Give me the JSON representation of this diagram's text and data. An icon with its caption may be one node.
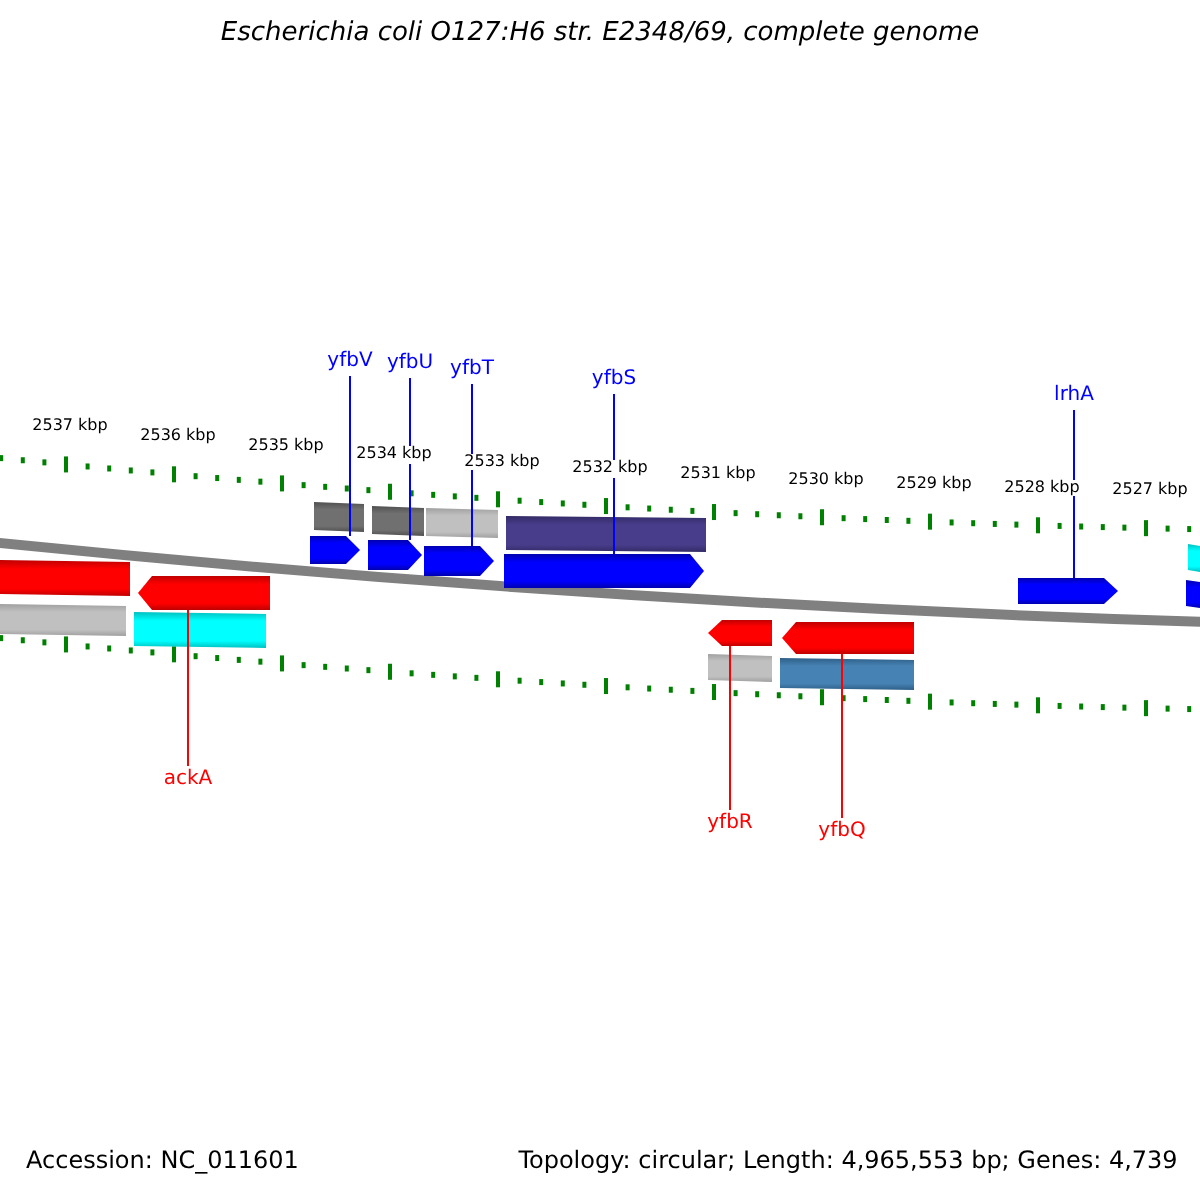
{
  "diagram": {
    "title": "Escherichia coli O127:H6 str. E2348/69, complete genome",
    "nodes": [
      {
        "text": [
          "yfbV"
        ]
      },
      {
        "text": [
          "yfbU"
        ]
      },
      {
        "text": [
          "yfbT"
        ]
      },
      {
        "text": [
          "yfbS"
        ]
      },
      {
        "text": [
          "lrhA"
        ]
      },
      {
        "text": [
          "ackA"
        ]
      },
      {
        "text": [
          "yfbR"
        ]
      },
      {
        "text": [
          "yfbQ"
        ]
      },
      {
        "text": [],
        "shape": "arrow"
      },
      {
        "text": [],
        "shape": "arrow"
      },
      {
        "text": [],
        "shape": "arrow"
      },
      {
        "text": [],
        "shape": "arrow"
      },
      {
        "text": [],
        "shape": "arrow"
      },
      {
        "text": [],
        "shape": "arrow"
      },
      {
        "text": [],
        "shape": "arrow"
      },
      {
        "text": [],
        "shape": "arrow"
      }
    ],
    "edges": [
      {
        "from": 0,
        "to": 8,
        "arrow": "none"
      },
      {
        "from": 1,
        "to": 9,
        "arrow": "none"
      },
      {
        "from": 2,
        "to": 10,
        "arrow": "none"
      },
      {
        "from": 3,
        "to": 11,
        "arrow": "none"
      },
      {
        "from": 4,
        "to": 12,
        "arrow": "none"
      },
      {
        "from": 5,
        "to": 13,
        "arrow": "none",
        "color": "#ff0000"
      },
      {
        "from": 6,
        "to": 14,
        "arrow": "none",
        "color": "#ff0000"
      },
      {
        "from": 7,
        "to": 15,
        "arrow": "none",
        "color": "#ff0000"
      }
    ],
    "labels": [
      "2537 kbp",
      "2536 kbp",
      "2535 kbp",
      "2534 kbp",
      "2533 kbp",
      "2532 kbp",
      "2531 kbp",
      "2530 kbp",
      "2529 kbp",
      "2528 kbp",
      "2527 kbp",
      "Accession: NC_011601",
      "Topology: circular; Length: 4,965,553 bp; Genes: 4,739"
    ]
  }
}
